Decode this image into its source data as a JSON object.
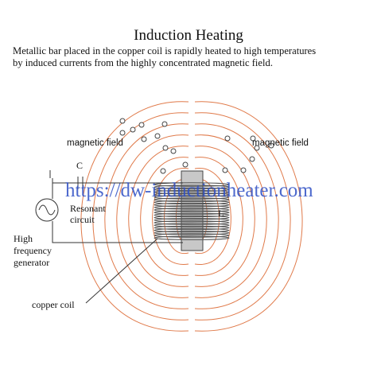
{
  "title": "Induction Heating",
  "description": [
    "Metallic bar placed in the copper coil is rapidly heated to high temperatures",
    "by induced currents from the highly concentrated magnetic field."
  ],
  "labels": {
    "magnetic_field_left": "magnetic field",
    "magnetic_field_right": "magnetic field",
    "capacitor": "C",
    "inductor": "L",
    "resonant_line1": "Resonant",
    "resonant_line2": "circuit",
    "high_line1": "High",
    "high_line2": "frequency",
    "high_line3": "generator",
    "copper_coil": "copper coil"
  },
  "watermark": "https://dw-inductionheater.com",
  "colors": {
    "field_lines": "#e07a4a",
    "watermark": "#2e4fc4",
    "coil": "#555555",
    "bar": "#c8c8c8",
    "particles": "#ffffff"
  }
}
